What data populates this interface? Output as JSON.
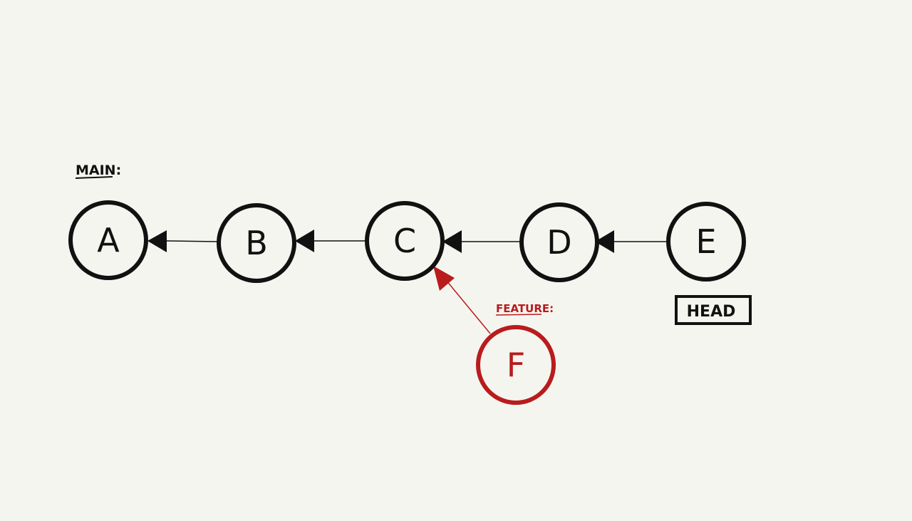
{
  "colors": {
    "background": "#f5f5f0",
    "ink": "#111111",
    "feature": "#b81c1c"
  },
  "main_label": "MAIN:",
  "feature_label": "FEATURE:",
  "head_label": "HEAD",
  "commits": {
    "a": "A",
    "b": "B",
    "c": "C",
    "d": "D",
    "e": "E",
    "f": "F"
  }
}
